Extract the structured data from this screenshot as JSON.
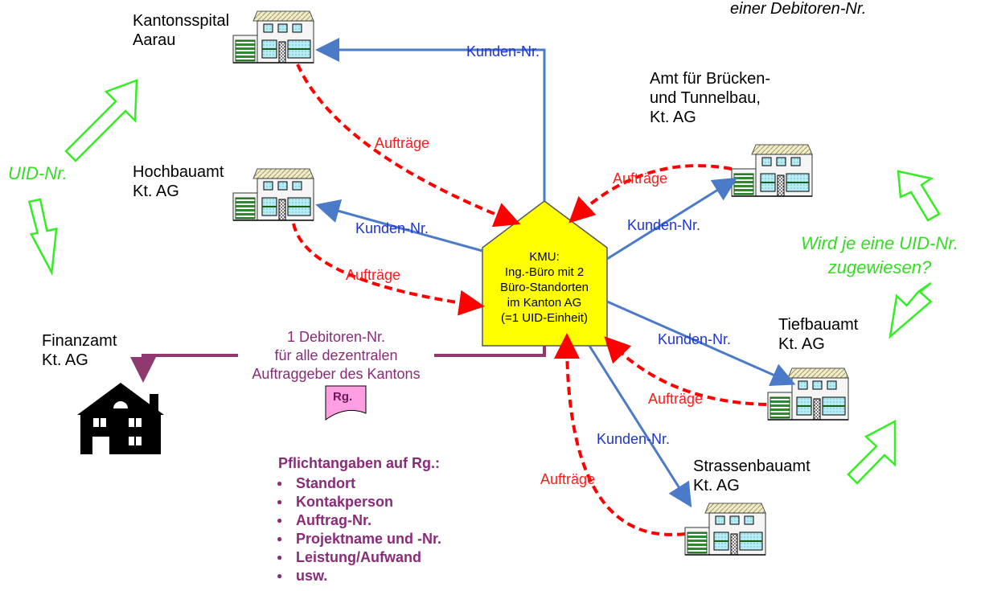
{
  "corner_note": "einer Debitoren-Nr.",
  "center": {
    "lines": [
      "KMU:",
      "Ing.-Büro mit 2",
      "Büro-Standorten",
      "im Kanton AG",
      "(=1 UID-Einheit)"
    ]
  },
  "nodes": {
    "kantonsspital": [
      "Kantonsspital",
      "Aarau"
    ],
    "amt_bruecken": [
      "Amt für Brücken-",
      "und Tunnelbau,",
      "Kt. AG"
    ],
    "hochbauamt": [
      "Hochbauamt",
      "Kt. AG"
    ],
    "finanzamt": [
      "Finanzamt",
      "Kt. AG"
    ],
    "tiefbauamt": [
      "Tiefbauamt",
      "Kt. AG"
    ],
    "strassenbauamt": [
      "Strassenbauamt",
      "Kt. AG"
    ]
  },
  "edge_labels": {
    "kunden_nr": "Kunden-Nr.",
    "auftraege": "Aufträge",
    "debitor": [
      "1 Debitoren-Nr.",
      "für alle dezentralen",
      "Auftraggeber des Kantons"
    ]
  },
  "uid_left": "UID-Nr.",
  "uid_right": [
    "Wird je eine UID-Nr.",
    "zugewiesen?"
  ],
  "rg": {
    "doc_label": "Rg.",
    "title": "Pflichtangaben auf Rg.:",
    "items": [
      "Standort",
      "Kontakperson",
      "Auftrag-Nr.",
      "Projektname und -Nr.",
      "Leistung/Aufwand",
      "usw."
    ]
  },
  "colors": {
    "blue_arrow": "#4a7ac8",
    "red_arrow": "#ff0000",
    "green_arrow": "#33ee22",
    "purple_arrow": "#8e3a6e",
    "center_fill": "#ffff00"
  }
}
